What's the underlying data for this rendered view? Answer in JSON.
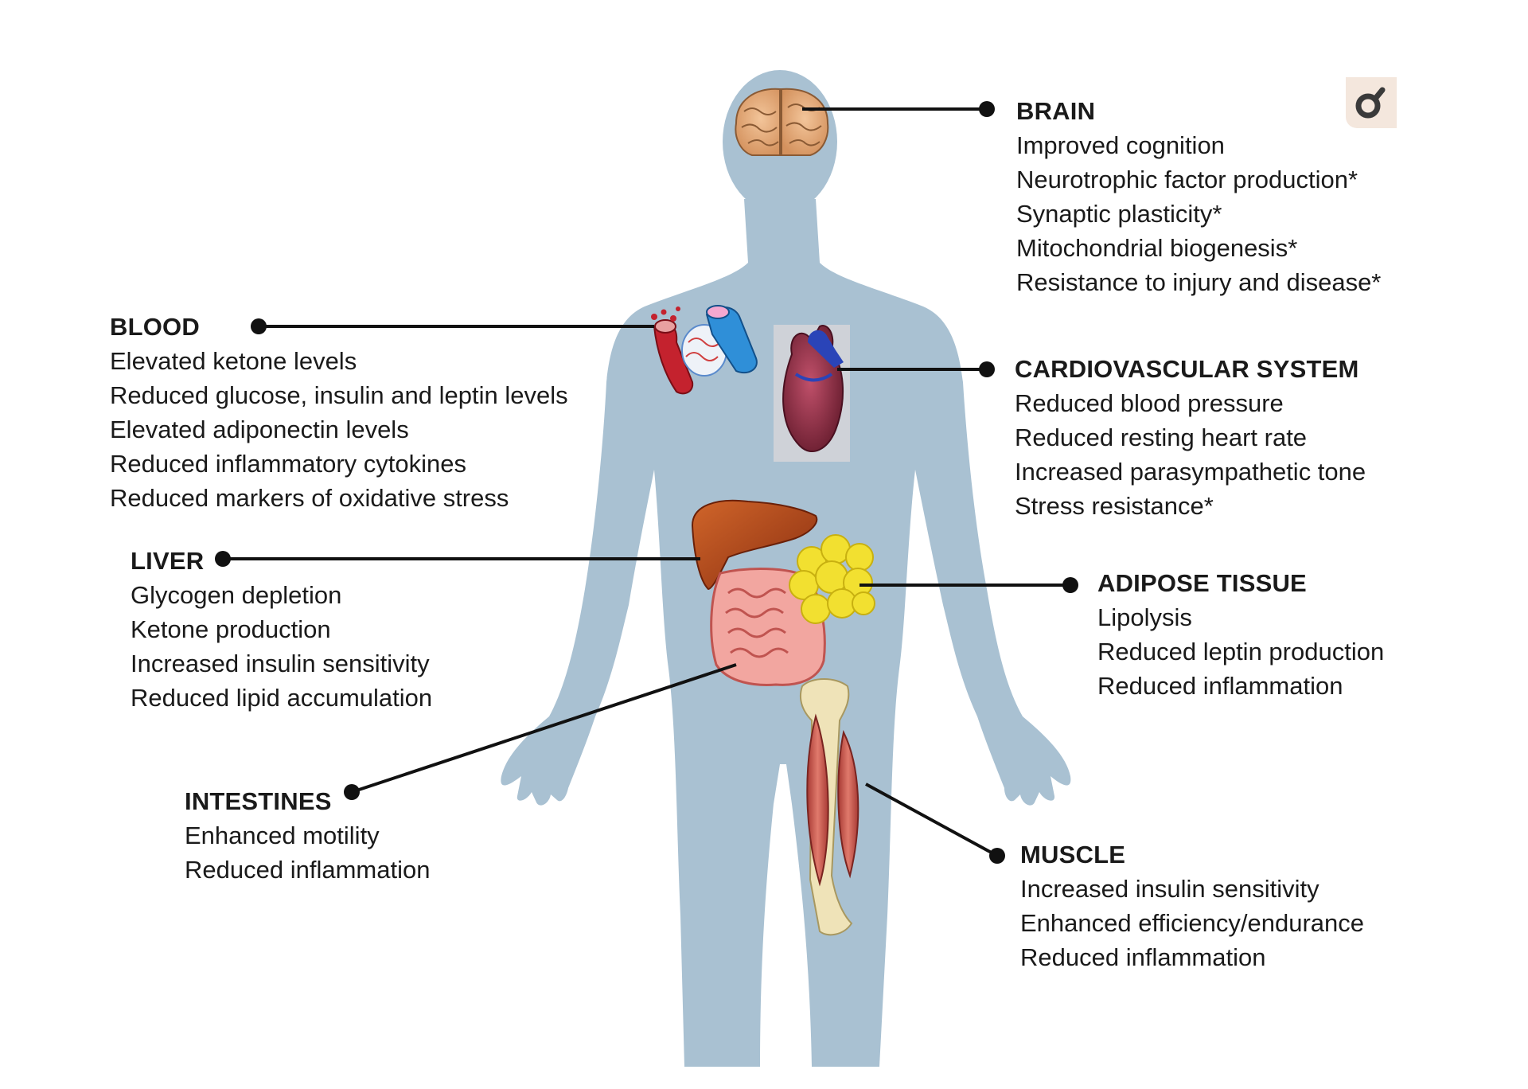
{
  "colors": {
    "body": "#a9c1d2",
    "leader_line": "#111111",
    "text": "#1a1a1a",
    "logo_bg": "#f4e7dd",
    "logo_fg": "#3a3a3a"
  },
  "icons": {
    "logo": "magnifier-logo-icon",
    "brain": "brain-icon",
    "blood": "blood-vessel-icon",
    "heart": "heart-icon",
    "liver": "liver-icon",
    "intestines": "intestines-icon",
    "adipose": "fat-cells-icon",
    "muscle": "muscle-icon"
  },
  "organs": {
    "brain": {
      "title": "BRAIN",
      "items": [
        "Improved cognition",
        "Neurotrophic factor production*",
        "Synaptic plasticity*",
        "Mitochondrial biogenesis*",
        "Resistance to injury and disease*"
      ]
    },
    "blood": {
      "title": "BLOOD",
      "items": [
        "Elevated ketone levels",
        "Reduced glucose, insulin and leptin levels",
        "Elevated adiponectin levels",
        "Reduced inflammatory cytokines",
        "Reduced markers of oxidative stress"
      ]
    },
    "cardio": {
      "title": "CARDIOVASCULAR SYSTEM",
      "items": [
        "Reduced blood pressure",
        "Reduced resting heart rate",
        "Increased parasympathetic tone",
        "Stress resistance*"
      ]
    },
    "liver": {
      "title": "LIVER",
      "items": [
        "Glycogen depletion",
        "Ketone production",
        "Increased insulin sensitivity",
        "Reduced lipid accumulation"
      ]
    },
    "adipose": {
      "title": "ADIPOSE TISSUE",
      "items": [
        "Lipolysis",
        "Reduced leptin production",
        "Reduced inflammation"
      ]
    },
    "intestines": {
      "title": "INTESTINES",
      "items": [
        "Enhanced motility",
        "Reduced inflammation"
      ]
    },
    "muscle": {
      "title": "MUSCLE",
      "items": [
        "Increased insulin sensitivity",
        "Enhanced efficiency/endurance",
        "Reduced inflammation"
      ]
    }
  }
}
